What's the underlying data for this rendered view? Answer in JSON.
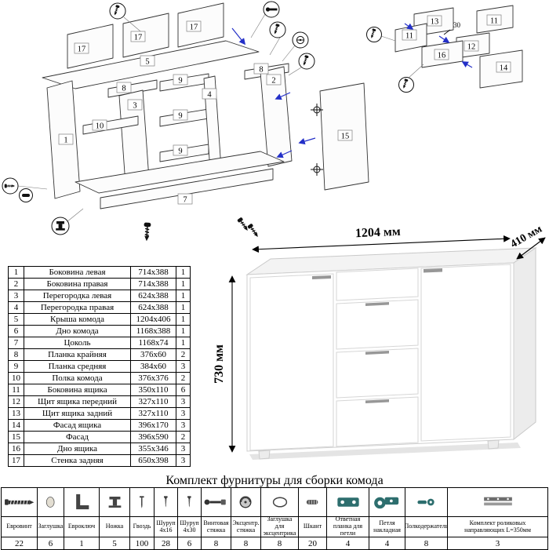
{
  "parts_table": {
    "rows": [
      {
        "num": "1",
        "name": "Боковина левая",
        "size": "714x388",
        "qty": "1"
      },
      {
        "num": "2",
        "name": "Боковина правая",
        "size": "714x388",
        "qty": "1"
      },
      {
        "num": "3",
        "name": "Перегородка левая",
        "size": "624x388",
        "qty": "1"
      },
      {
        "num": "4",
        "name": "Перегородка правая",
        "size": "624x388",
        "qty": "1"
      },
      {
        "num": "5",
        "name": "Крыша комода",
        "size": "1204x406",
        "qty": "1"
      },
      {
        "num": "6",
        "name": "Дно комода",
        "size": "1168x388",
        "qty": "1"
      },
      {
        "num": "7",
        "name": "Цоколь",
        "size": "1168x74",
        "qty": "1"
      },
      {
        "num": "8",
        "name": "Планка крайняя",
        "size": "376x60",
        "qty": "2"
      },
      {
        "num": "9",
        "name": "Планка средняя",
        "size": "384x60",
        "qty": "3"
      },
      {
        "num": "10",
        "name": "Полка комода",
        "size": "376x376",
        "qty": "2"
      },
      {
        "num": "11",
        "name": "Боковина ящика",
        "size": "350x110",
        "qty": "6"
      },
      {
        "num": "12",
        "name": "Щит ящика передний",
        "size": "327x110",
        "qty": "3"
      },
      {
        "num": "13",
        "name": "Щит ящика задний",
        "size": "327x110",
        "qty": "3"
      },
      {
        "num": "14",
        "name": "Фасад ящика",
        "size": "396x170",
        "qty": "3"
      },
      {
        "num": "15",
        "name": "Фасад",
        "size": "396x590",
        "qty": "2"
      },
      {
        "num": "16",
        "name": "Дно ящика",
        "size": "355x346",
        "qty": "3"
      },
      {
        "num": "17",
        "name": "Стенка задняя",
        "size": "650x398",
        "qty": "3"
      }
    ]
  },
  "dimensions": {
    "width": "1204 мм",
    "depth": "410 мм",
    "height": "730 мм"
  },
  "diagram": {
    "labels": [
      "17",
      "17",
      "17",
      "5",
      "8",
      "3",
      "9",
      "9",
      "9",
      "10",
      "4",
      "8",
      "2",
      "1",
      "7",
      "15"
    ],
    "detail_labels": [
      "13",
      "11",
      "11",
      "12",
      "16",
      "14",
      "30"
    ]
  },
  "hardware": {
    "title": "Комплект фурнитуры для сборки комода",
    "items": [
      {
        "name": "Евровинт",
        "qty": "22",
        "icon": "#ic-euroscrew",
        "icon_name": "euroscrew-icon"
      },
      {
        "name": "Заглушка",
        "qty": "6",
        "icon": "#ic-plug",
        "icon_name": "plug-icon"
      },
      {
        "name": "Евроключ",
        "qty": "1",
        "icon": "#ic-allen",
        "icon_name": "allen-key-icon"
      },
      {
        "name": "Ножка",
        "qty": "5",
        "icon": "#ic-leg",
        "icon_name": "leg-icon"
      },
      {
        "name": "Гвоздь",
        "qty": "100",
        "icon": "#ic-nail",
        "icon_name": "nail-icon"
      },
      {
        "name": "Шуруп 4x16",
        "qty": "28",
        "icon": "#ic-screw",
        "icon_name": "screw-icon"
      },
      {
        "name": "Шуруп 4x30",
        "qty": "6",
        "icon": "#ic-screw",
        "icon_name": "screw-icon"
      },
      {
        "name": "Винтовая стяжка",
        "qty": "8",
        "icon": "#ic-bolt",
        "icon_name": "bolt-tie-icon"
      },
      {
        "name": "Эксцентр. стяжка",
        "qty": "8",
        "icon": "#ic-ecc",
        "icon_name": "eccentric-icon"
      },
      {
        "name": "Заглушка для эксцентрика",
        "qty": "8",
        "icon": "#ic-cap",
        "icon_name": "eccentric-cap-icon"
      },
      {
        "name": "Шкант",
        "qty": "20",
        "icon": "#ic-dowel",
        "icon_name": "dowel-icon"
      },
      {
        "name": "Ответная планка для петли",
        "qty": "4",
        "icon": "#ic-plate",
        "icon_name": "hinge-plate-icon"
      },
      {
        "name": "Петля накладная",
        "qty": "4",
        "icon": "#ic-hinge",
        "icon_name": "hinge-icon"
      },
      {
        "name": "Полкодержатель",
        "qty": "8",
        "icon": "#ic-pin",
        "icon_name": "shelf-pin-icon"
      },
      {
        "name": "Комплект роликовых направляющих L=350мм",
        "qty": "3",
        "icon": "#ic-rail",
        "icon_name": "roller-rails-icon"
      }
    ]
  }
}
